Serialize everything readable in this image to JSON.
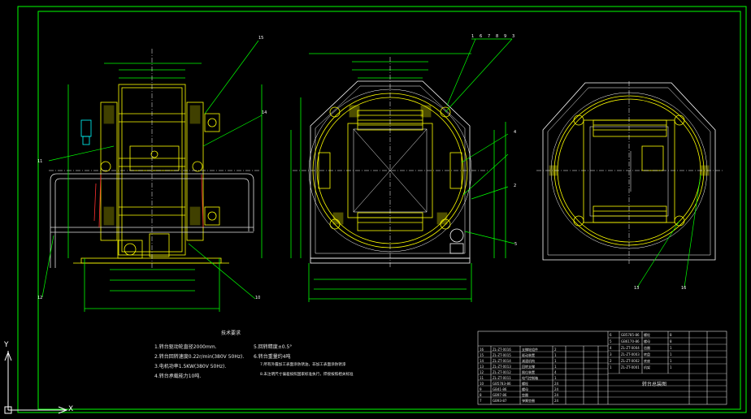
{
  "notes": {
    "title": "技术要求",
    "items": [
      "1.转台驱动轮直径2000mm.",
      "2.转台回转速度0.22r/min(380V 50Hz).",
      "3.电机功率1.5KW(380V 50Hz).",
      "4.转台承载能力10吨.",
      "5.回转精度±0.5°",
      "6.转台重量约4吨",
      "7.所有外露加工表面涂防锈油，非加工表面涂防锈漆",
      "8.未注明尺寸偏差按照国家标准执行，焊接按照相关标准"
    ]
  },
  "callouts": {
    "left_view": [
      "15",
      "14",
      "11",
      "12",
      "10"
    ],
    "front_view": [
      "1",
      "6",
      "7",
      "8",
      "9",
      "3",
      "4",
      "2",
      "5"
    ],
    "right_view": [
      "13",
      "16"
    ]
  },
  "title_block": {
    "parts_rows": [
      [
        "16",
        "ZL-ZT-0016",
        "支撑轮组件",
        "2",
        "",
        "",
        ""
      ],
      [
        "15",
        "ZL-ZT-0015",
        "驱动装置",
        "1",
        "",
        "",
        ""
      ],
      [
        "14",
        "ZL-ZT-0014",
        "减速机构",
        "1",
        "",
        "",
        ""
      ],
      [
        "13",
        "ZL-ZT-0013",
        "回转支撑",
        "1",
        "",
        "",
        ""
      ],
      [
        "12",
        "ZL-ZT-0012",
        "限位装置",
        "4",
        "",
        "",
        ""
      ],
      [
        "11",
        "ZL-ZT-0011",
        "电气控制箱",
        "1",
        "",
        "",
        ""
      ],
      [
        "10",
        "GB5783-86",
        "螺栓",
        "24",
        "",
        "",
        ""
      ],
      [
        "9",
        "GB41-86",
        "螺母",
        "24",
        "",
        "",
        ""
      ],
      [
        "8",
        "GB97-86",
        "垫圈",
        "24",
        "",
        "",
        ""
      ],
      [
        "7",
        "GB93-87",
        "弹簧垫圈",
        "24",
        "",
        "",
        ""
      ]
    ],
    "upper_rows": [
      [
        "6",
        "GB5785-86",
        "螺栓",
        "8"
      ],
      [
        "5",
        "GB6170-86",
        "螺母",
        "8"
      ],
      [
        "4",
        "ZL-ZT-0004",
        "齿圈",
        "1"
      ],
      [
        "3",
        "ZL-ZT-0003",
        "转盘",
        "1"
      ],
      [
        "2",
        "ZL-ZT-0002",
        "底座",
        "1"
      ],
      [
        "1",
        "ZL-ZT-0001",
        "机架",
        "1"
      ]
    ],
    "drawing_title": "转台总装图"
  },
  "ucs": {
    "x_label": "X",
    "y_label": "Y"
  },
  "colors": {
    "frame": "#00ff00",
    "line": "#ffff00",
    "leader": "#00ff00",
    "text": "#ffffff",
    "red": "#ff3030",
    "cyan": "#00ffff"
  }
}
